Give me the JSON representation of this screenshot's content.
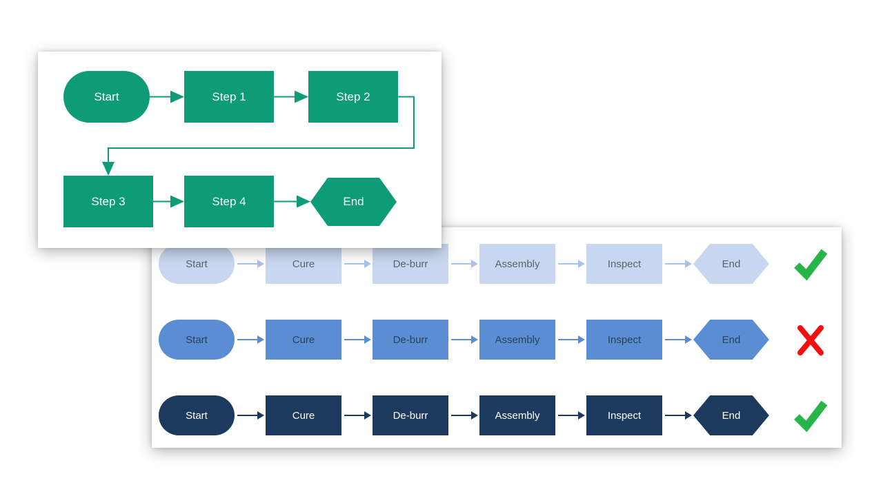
{
  "colors": {
    "green": "#0e9b77",
    "light-fill": "#c8d7ef",
    "light-text": "#5b6470",
    "light-arrow": "#a9c3e7",
    "medium-fill": "#5b8dd3",
    "medium-text": "#2d4257",
    "medium-arrow": "#5b8dd3",
    "dark-fill": "#1c3a5e",
    "dark-text": "#ffffff",
    "dark-arrow": "#1c3a5e",
    "pass": "#27b54a",
    "fail": "#f40f0f"
  },
  "top_flowchart": {
    "nodes": [
      {
        "label": "Start",
        "shape": "stadium"
      },
      {
        "label": "Step 1",
        "shape": "rectangle"
      },
      {
        "label": "Step 2",
        "shape": "rectangle"
      },
      {
        "label": "Step 3",
        "shape": "rectangle"
      },
      {
        "label": "Step 4",
        "shape": "rectangle"
      },
      {
        "label": "End",
        "shape": "hexagon"
      }
    ]
  },
  "bottom_panel": {
    "labels": [
      "Start",
      "Cure",
      "De-burr",
      "Assembly",
      "Inspect",
      "End"
    ],
    "rows": [
      {
        "name": "light-blue",
        "status": "pass"
      },
      {
        "name": "medium-blue",
        "status": "fail"
      },
      {
        "name": "dark-navy",
        "status": "pass"
      }
    ]
  }
}
